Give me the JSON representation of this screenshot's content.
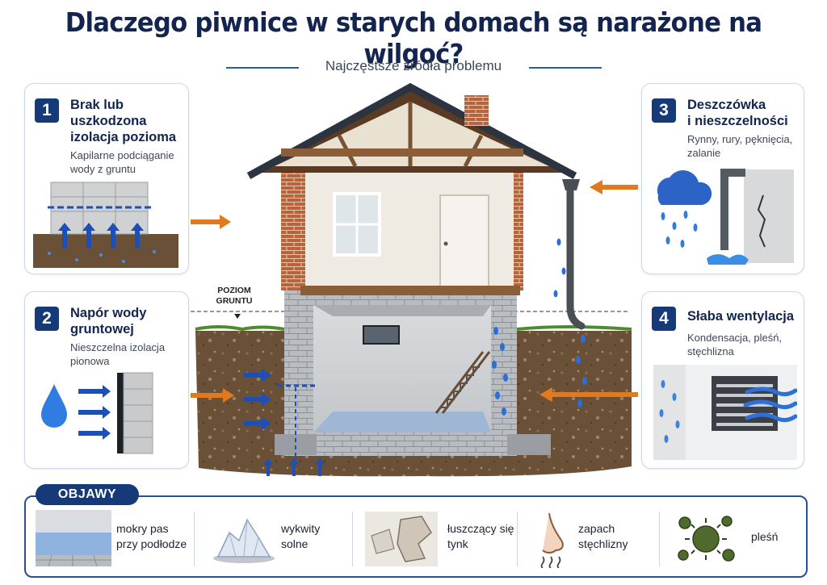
{
  "title": "Dlaczego piwnice w starych domach są narażone na wilgoć?",
  "subtitle": "Najczęstsze źródła problemu",
  "ground_label": [
    "POZIOM",
    "GRUNTU"
  ],
  "cards": [
    {
      "number": "1",
      "title_lines": [
        "Brak lub",
        "uszkodzona",
        "izolacja pozioma"
      ],
      "desc_lines": [
        "Kapilarne podciąganie",
        "wody z gruntu"
      ]
    },
    {
      "number": "2",
      "title_lines": [
        "Napór wody",
        "gruntowej"
      ],
      "desc_lines": [
        "Nieszczelna izolacja",
        "pionowa"
      ]
    },
    {
      "number": "3",
      "title_lines": [
        "Deszczówka",
        "i nieszczelności"
      ],
      "desc_lines": [
        "Rynny, rury, pęknięcia,",
        "zalanie"
      ]
    },
    {
      "number": "4",
      "title_lines": [
        "Słaba wentylacja"
      ],
      "desc_lines": [
        "Kondensacja, pleśń,",
        "stęchlizna"
      ]
    }
  ],
  "symptoms": {
    "badge": "OBJAWY",
    "items": [
      {
        "lines": [
          "mokry pas",
          "przy podłodze"
        ],
        "icon": "wet-wall-icon"
      },
      {
        "lines": [
          "wykwity",
          "solne"
        ],
        "icon": "salt-crystal-icon"
      },
      {
        "lines": [
          "łuszczący się",
          "tynk"
        ],
        "icon": "peeling-plaster-icon"
      },
      {
        "lines": [
          "zapach",
          "stęchlizny"
        ],
        "icon": "nose-icon"
      },
      {
        "lines": [
          "pleśń"
        ],
        "icon": "mold-spore-icon"
      }
    ]
  },
  "colors": {
    "navy": "#13244f",
    "badge": "#163a78",
    "arrow_orange": "#e07a1f",
    "water_blue": "#2a6fd6",
    "brick": "#b5643c"
  }
}
